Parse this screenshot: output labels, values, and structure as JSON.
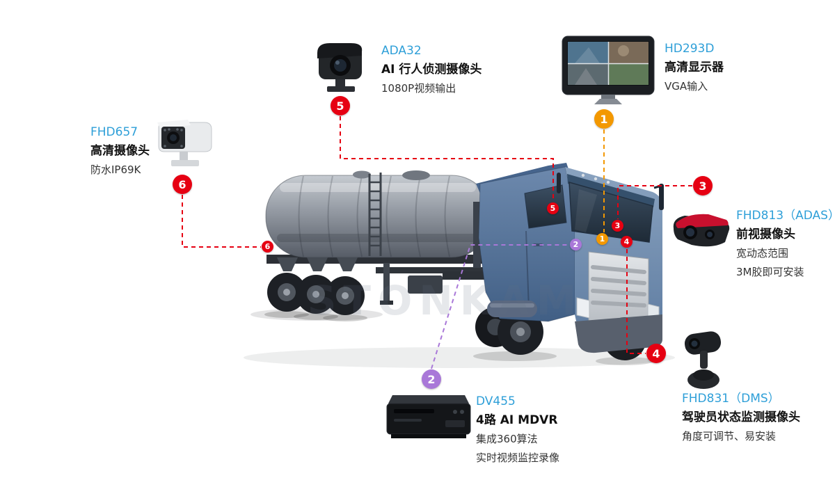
{
  "watermark": "STONKAM",
  "colors": {
    "accent_blue": "#2e9fd8",
    "line_red": "#e60012",
    "line_orange": "#f39800",
    "line_purple": "#a978d8"
  },
  "devices": {
    "monitor": {
      "badge": "1",
      "model": "HD293D",
      "title": "高清显示器",
      "lines": [
        "VGA输入"
      ]
    },
    "mdvr": {
      "badge": "2",
      "model": "DV455",
      "title": "4路 AI MDVR",
      "lines": [
        "集成360算法",
        "实时视频监控录像"
      ]
    },
    "adas": {
      "badge": "3",
      "model": "FHD813（ADAS）",
      "title": "前视摄像头",
      "lines": [
        "宽动态范围",
        "3M胶即可安装"
      ]
    },
    "dms": {
      "badge": "4",
      "model": "FHD831（DMS）",
      "title": "驾驶员状态监测摄像头",
      "lines": [
        "角度可调节、易安装"
      ]
    },
    "pedestrian": {
      "badge": "5",
      "model": "ADA32",
      "title": "AI 行人侦测摄像头",
      "lines": [
        "1080P视频输出"
      ]
    },
    "rear_camera": {
      "badge": "6",
      "model": "FHD657",
      "title": "高清摄像头",
      "lines": [
        "防水IP69K"
      ]
    }
  }
}
